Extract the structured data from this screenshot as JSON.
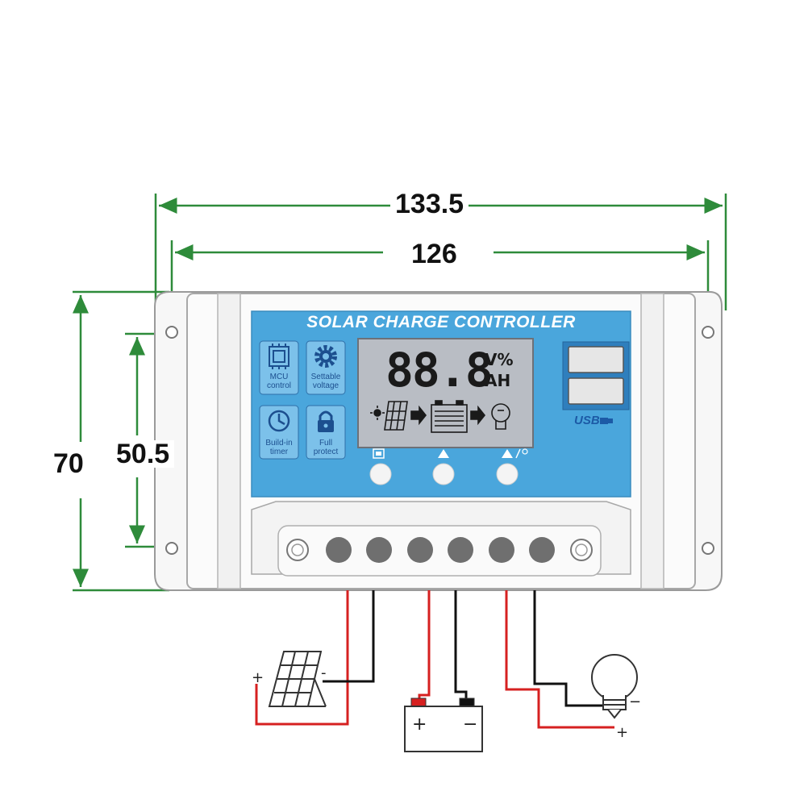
{
  "dimensions": {
    "overall_width": "133.5",
    "inner_width": "126",
    "overall_height": "70",
    "hole_spacing": "50.5"
  },
  "panel": {
    "title": "SOLAR CHARGE CONTROLLER",
    "features": [
      {
        "icon": "chip-icon",
        "line1": "MCU",
        "line2": "control"
      },
      {
        "icon": "gear-icon",
        "line1": "Settable",
        "line2": "voltage"
      },
      {
        "icon": "clock-icon",
        "line1": "Build-in",
        "line2": "timer"
      },
      {
        "icon": "lock-icon",
        "line1": "Full",
        "line2": "protect"
      }
    ],
    "lcd": {
      "digits": "88.8",
      "unit_top": "V%",
      "unit_bottom": "AH"
    },
    "buttons": [
      "menu-button",
      "up-button",
      "up-light-button"
    ],
    "usb_label": "USB"
  },
  "wiring": {
    "solar_plus": "+",
    "solar_minus": "-",
    "battery_plus": "+",
    "battery_minus": "−",
    "load_plus": "+",
    "load_minus": "−"
  },
  "colors": {
    "dimension_line": "#2e8b3a",
    "panel_blue": "#4aa6dc",
    "wire_red": "#d62020",
    "wire_black": "#111111",
    "lcd_gray": "#b9bdc4"
  }
}
